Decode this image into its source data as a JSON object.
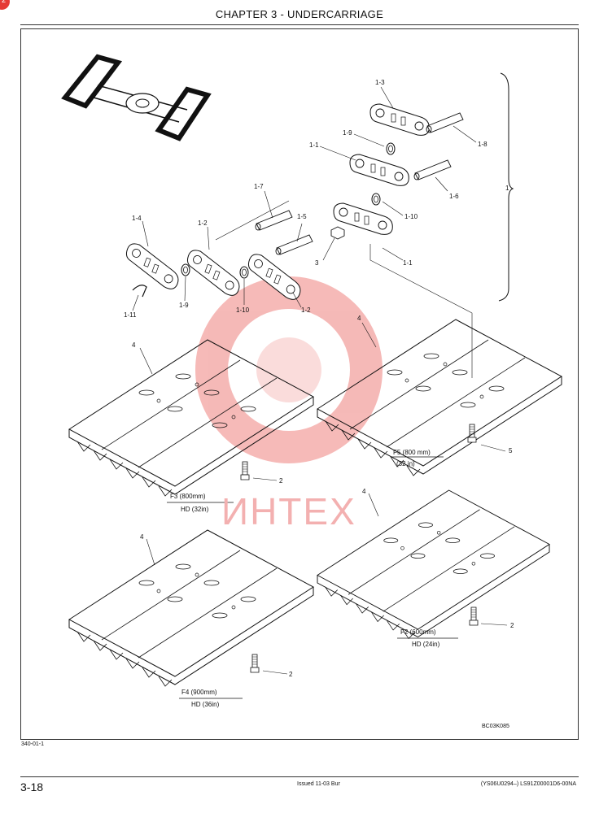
{
  "page": {
    "header_title": "CHAPTER 3 - UNDERCARRIAGE",
    "corner_badge": "2",
    "footer_page": "3-18",
    "footer_issued": "Issued 11-03   Bur",
    "footer_code": "(YS06U0294–)   LS91Z00001D6-00NA",
    "ref_code": "340-01-1",
    "figure_id": "BC03K085",
    "watermark_text": "ИНТЕХ"
  },
  "callouts": {
    "c1_3": "1-3",
    "c1_9a": "1-9",
    "c1_8": "1-8",
    "c1_1a": "1-1",
    "c1_6": "1-6",
    "c1": "1",
    "c1_7": "1-7",
    "c1_10a": "1-10",
    "c1_4": "1-4",
    "c1_2a": "1-2",
    "c1_5": "1-5",
    "c3": "3",
    "c1_1b": "1-1",
    "c1_11": "1-11",
    "c1_9b": "1-9",
    "c1_10b": "1-10",
    "c1_2b": "1-2",
    "c4a": "4",
    "c4b": "4",
    "c4c": "4",
    "c4d": "4",
    "c5": "5",
    "c2a": "2",
    "c2b": "2",
    "c2c": "2"
  },
  "shoe_captions": {
    "f5_top": "F5 (800 mm)",
    "f5_bottom": "(32 in)",
    "f3_top": "F3 (800mm)",
    "f3_bottom": "HD (32in)",
    "f4_top": "F4 (900mm)",
    "f4_bottom": "HD (36in)",
    "f2_top": "F2 (600mm)",
    "f2_bottom": "HD (24in)"
  },
  "colors": {
    "line": "#111111",
    "watermark": "#e53935",
    "badge": "#e53935"
  }
}
